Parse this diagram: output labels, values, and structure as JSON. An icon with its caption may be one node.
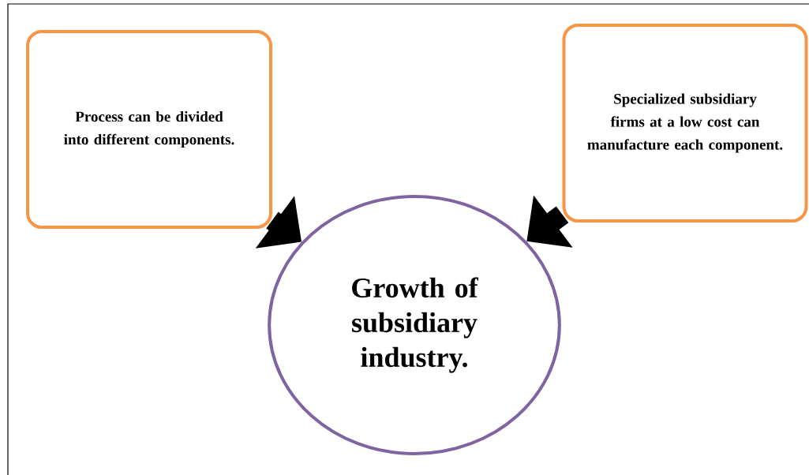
{
  "diagram": {
    "nodes": [
      {
        "text": [
          "Process can be divided into different components."
        ]
      },
      {
        "text": [
          "Specialized subsidiary firms at a low cost can manufacture each component."
        ]
      },
      {
        "text": [
          "Growth of subsidiary industry."
        ]
      }
    ],
    "edges": [
      {
        "from": 0,
        "to": 2,
        "arrow": "to"
      },
      {
        "from": 1,
        "to": 2,
        "arrow": "to"
      }
    ]
  }
}
